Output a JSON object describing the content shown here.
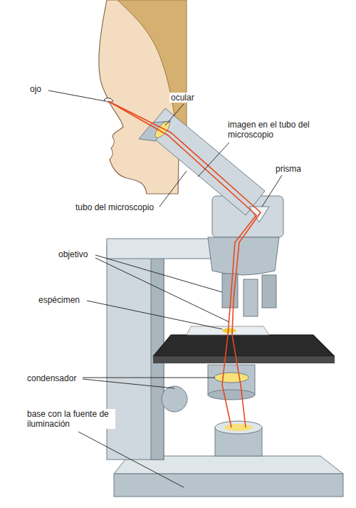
{
  "diagram": {
    "labels": [
      "ojo",
      "ocular",
      "imagen en el tubo del microscopio",
      "prisma",
      "tubo del microscopio",
      "objetivo",
      "espécimen",
      "condensador",
      "base con la fuente de iluminación"
    ]
  }
}
